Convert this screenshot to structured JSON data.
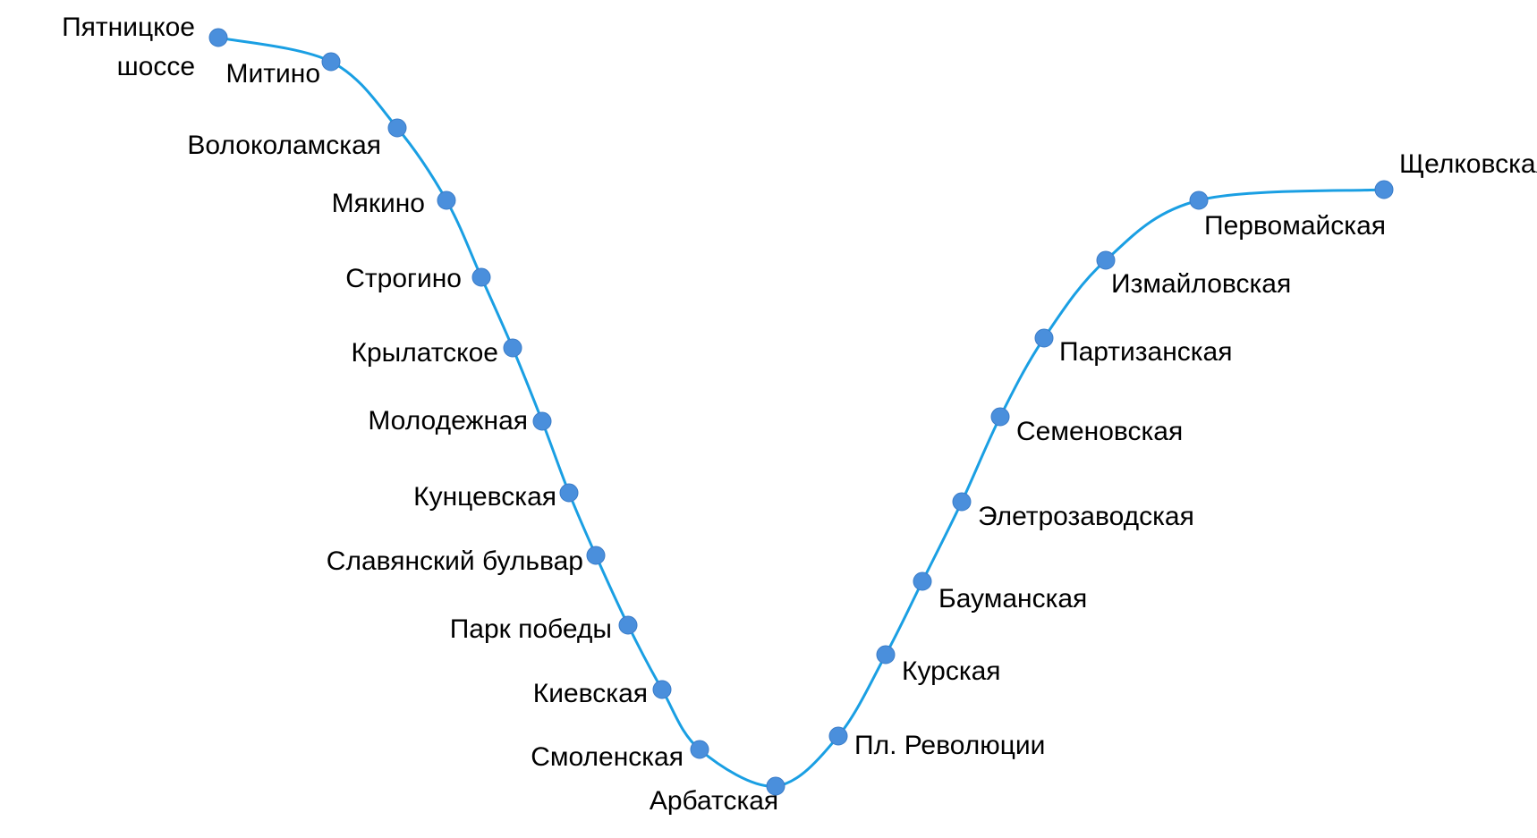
{
  "line": {
    "color": "#1a9fe3",
    "station_color": "#4a8fdc",
    "stations": [
      {
        "name": "Пятницкое шоссе",
        "lines": [
          "Пятницкое",
          "шоссе"
        ]
      },
      {
        "name": "Митино"
      },
      {
        "name": "Волоколамская"
      },
      {
        "name": "Мякино"
      },
      {
        "name": "Строгино"
      },
      {
        "name": "Крылатское"
      },
      {
        "name": "Молодежная"
      },
      {
        "name": "Кунцевская"
      },
      {
        "name": "Славянский бульвар"
      },
      {
        "name": "Парк победы"
      },
      {
        "name": "Киевская"
      },
      {
        "name": "Смоленская"
      },
      {
        "name": "Арбатская"
      },
      {
        "name": "Пл. Революции"
      },
      {
        "name": "Курская"
      },
      {
        "name": "Бауманская"
      },
      {
        "name": "Элетрозаводская"
      },
      {
        "name": "Семеновская"
      },
      {
        "name": "Партизанская"
      },
      {
        "name": "Измайловская"
      },
      {
        "name": "Первомайская"
      },
      {
        "name": "Щелковская"
      }
    ]
  }
}
